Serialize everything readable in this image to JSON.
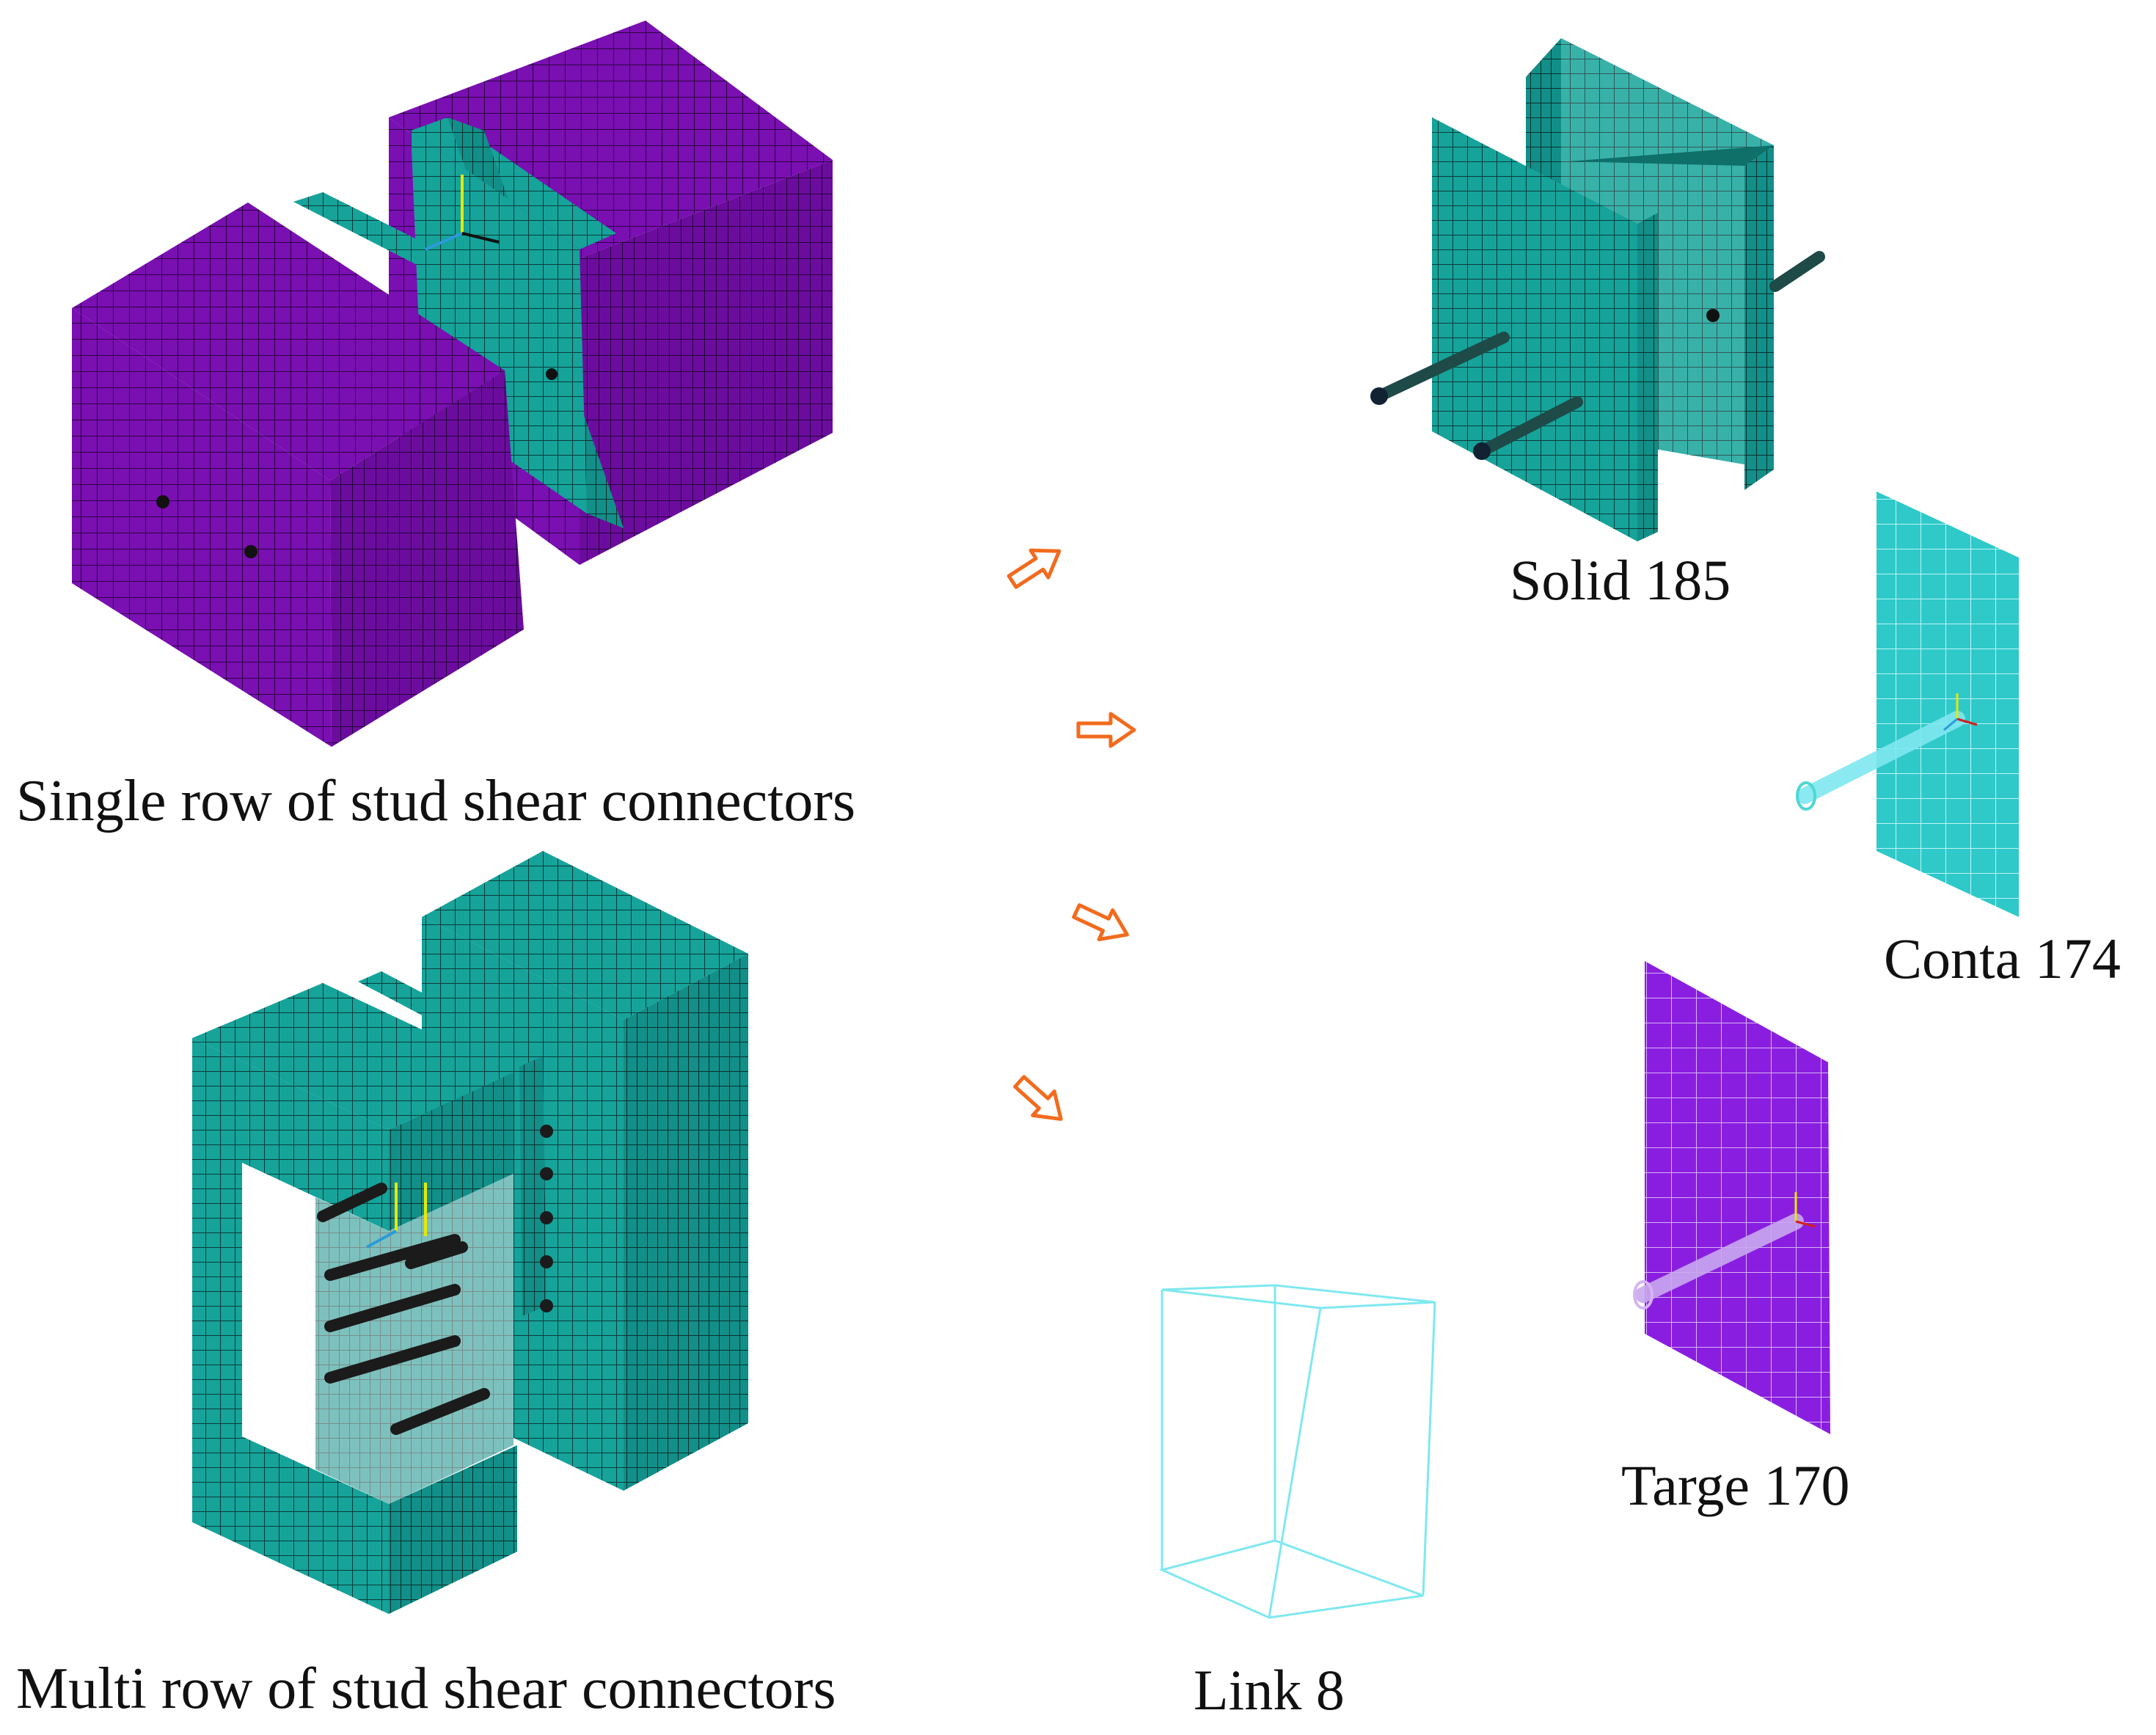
{
  "captions": {
    "single": "Single row of stud shear connectors",
    "multi": "Multi row of stud shear connectors",
    "solid": "Solid 185",
    "conta": "Conta 174",
    "targe": "Targe 170",
    "link": "Link 8"
  },
  "colors": {
    "purple": "#7a0fb2",
    "teal": "#15a39a",
    "mesh_line": "#0d2a2a",
    "arrow": "#f26b1d",
    "link_wire": "#7fe8f0",
    "light_teal": "#4fd6d6",
    "stud_dark": "#1e4a48"
  },
  "icons": [
    "hollow-arrow-icon",
    "coordinate-axes-icon"
  ]
}
